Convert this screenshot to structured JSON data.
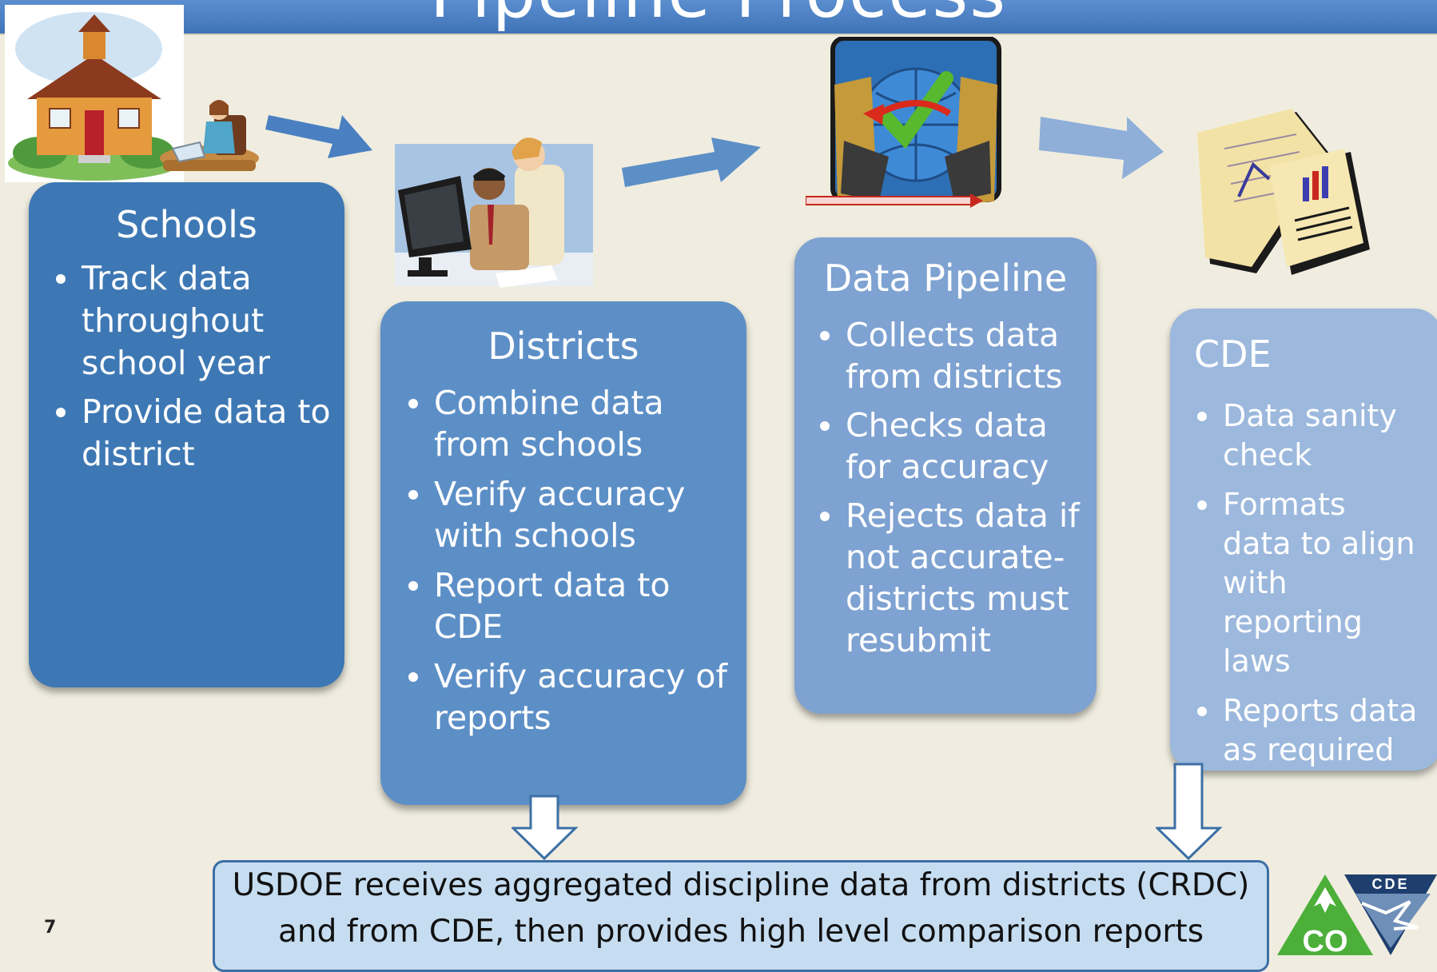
{
  "slide": {
    "title": "Pipeline Process",
    "page_number": "7"
  },
  "boxes": {
    "schools": {
      "heading": "Schools",
      "items": [
        "Track data throughout school year",
        "Provide data to district"
      ]
    },
    "districts": {
      "heading": "Districts",
      "items": [
        "Combine data from schools",
        "Verify accuracy with schools",
        "Report data to CDE",
        "Verify accuracy of reports"
      ]
    },
    "pipeline": {
      "heading": "Data Pipeline",
      "items": [
        "Collects data from districts",
        "Checks data for accuracy",
        "Rejects data if not accurate- districts must resubmit"
      ]
    },
    "cde": {
      "heading": "CDE",
      "items": [
        "Data sanity check",
        "Formats data to align with reporting laws",
        "Reports data as required"
      ]
    }
  },
  "bottom": {
    "line1": "USDOE receives aggregated discipline data from districts (CRDC)",
    "line2": "and from CDE, then provides high level comparison reports"
  },
  "logo": {
    "state_text": "CO",
    "agency_text": "CDE"
  },
  "icons": [
    "schoolhouse-icon",
    "teacher-at-laptop-icon",
    "office-workers-at-computer-icon",
    "data-validation-computers-icon",
    "reports-documents-icon",
    "colorado-cde-logo"
  ],
  "colors": {
    "title_band": "#4a80c2",
    "schools_box": "#3e78b4",
    "districts_box": "#5d8fc7",
    "pipeline_box": "#7ea2d1",
    "cde_box": "#9cb8dd",
    "bottom_box": "#c6ddf1",
    "background": "#f0ede0"
  }
}
